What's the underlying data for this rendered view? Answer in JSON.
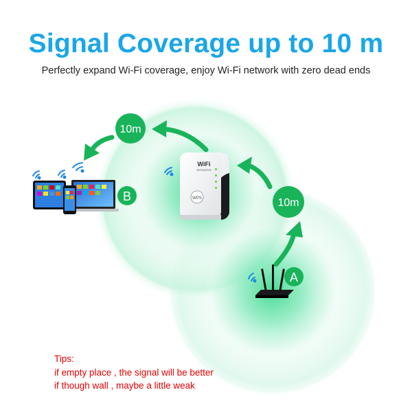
{
  "header": {
    "title": "Signal Coverage up to 10 m",
    "subtitle": "Perfectly expand Wi-Fi coverage, enjoy Wi-Fi network with zero dead ends"
  },
  "badges": {
    "distance_left": "10m",
    "distance_right": "10m",
    "point_a": "A",
    "point_b": "B"
  },
  "device": {
    "label": "WiFi",
    "sublabel": "REPEATER"
  },
  "tips": {
    "heading": "Tips:",
    "line1": "if empty place , the signal will be better",
    "line2": "if though wall , maybe a little weak"
  },
  "colors": {
    "title": "#1aa6e8",
    "badge_green": "#19b45a",
    "glow_green": "#5fe0a8",
    "tips_red": "#e60000",
    "wifi_blue": "#1e88e5"
  },
  "icons": [
    "wifi-icon",
    "router-icon",
    "repeater-icon",
    "devices-icon",
    "curved-arrow-icon"
  ]
}
